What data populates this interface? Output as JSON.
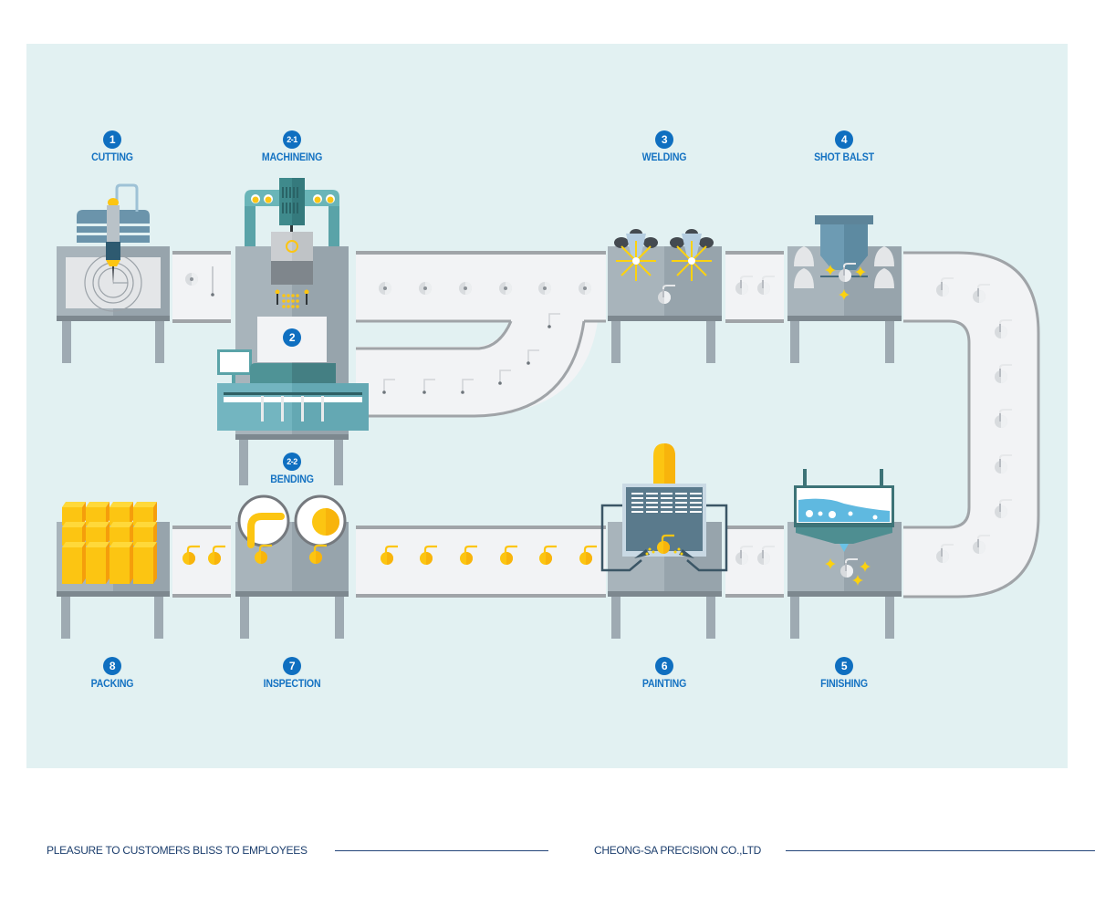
{
  "colors": {
    "panel_bg": "#e2f1f2",
    "badge": "#0f6fc0",
    "label_text": "#1472c2",
    "footer_text": "#1d3f6e",
    "machine_gray": "#a3afb6",
    "belt": "#f2f3f5",
    "accent_yellow": "#fcc512",
    "teal": "#5aa8b0"
  },
  "steps": [
    {
      "badge": "1",
      "name": "CUTTING"
    },
    {
      "badge": "2-1",
      "name": "MACHINEING"
    },
    {
      "badge": "2",
      "name": ""
    },
    {
      "badge": "2-2",
      "name": "BENDING"
    },
    {
      "badge": "3",
      "name": "WELDING"
    },
    {
      "badge": "4",
      "name": "SHOT BALST"
    },
    {
      "badge": "5",
      "name": "FINISHING"
    },
    {
      "badge": "6",
      "name": "PAINTING"
    },
    {
      "badge": "7",
      "name": "INSPECTION"
    },
    {
      "badge": "8",
      "name": "PACKING"
    }
  ],
  "footer": {
    "slogan": "PLEASURE TO CUSTOMERS BLISS TO EMPLOYEES",
    "company": "CHEONG-SA PRECISION CO.,LTD"
  }
}
